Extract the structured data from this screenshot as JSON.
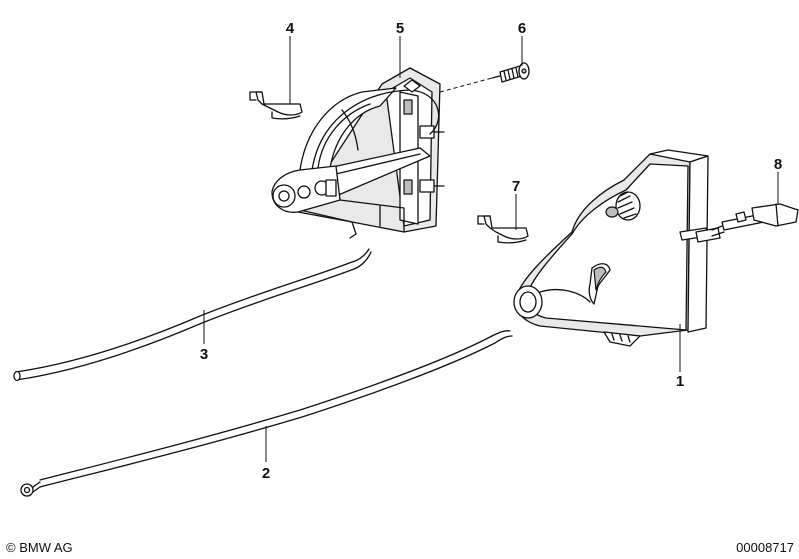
{
  "diagram": {
    "labels": {
      "p1": "1",
      "p2": "2",
      "p3": "3",
      "p4": "4",
      "p5": "5",
      "p6": "6",
      "p7": "7",
      "p8": "8"
    },
    "copyright": "© BMW AG",
    "image_number": "00008717"
  }
}
